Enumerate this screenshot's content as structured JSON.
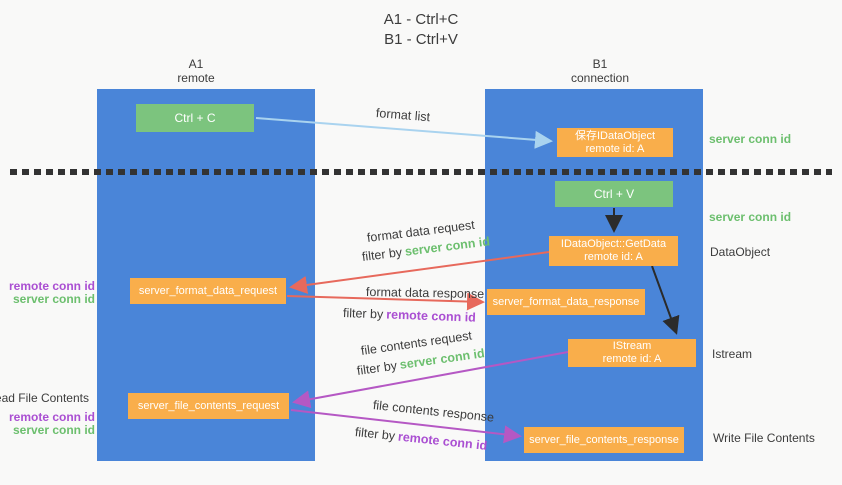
{
  "title": {
    "line1": "A1 - Ctrl+C",
    "line2": "B1 - Ctrl+V"
  },
  "lanes": {
    "left": {
      "name": "A1",
      "role": "remote"
    },
    "right": {
      "name": "B1",
      "role": "connection"
    }
  },
  "nodes": {
    "ctrl_c": "Ctrl + C",
    "save_idataobject": {
      "line1": "保存IDataObject",
      "line2": "remote id: A"
    },
    "ctrl_v": "Ctrl + V",
    "getdata": {
      "line1": "IDataObject::GetData",
      "line2": "remote id: A"
    },
    "format_request": "server_format_data_request",
    "format_response": "server_format_data_response",
    "istream": {
      "line1": "IStream",
      "line2": "remote id: A"
    },
    "file_request": "server_file_contents_request",
    "file_response": "server_file_contents_response"
  },
  "arrow_labels": {
    "format_list": "format list",
    "format_data_request": "format data request",
    "format_data_response": "format data response",
    "file_contents_request": "file contents request",
    "file_contents_response": "file contents response",
    "filter_by": "filter by",
    "server_conn_id": "server conn id",
    "remote_conn_id": "remote conn id"
  },
  "side_labels": {
    "right_server_conn_id_top": "server conn id",
    "right_server_conn_id_mid": "server conn id",
    "dataobject": "DataObject",
    "istream": "Istream",
    "write_file_contents": "Write File Contents",
    "left_remote_conn_id_top": "remote conn id",
    "left_server_conn_id_top": "server conn id",
    "read_file_contents": "Read File Contents",
    "left_remote_conn_id_bottom": "remote conn id",
    "left_server_conn_id_bottom": "server conn id"
  },
  "colors": {
    "lane_blue": "#4a85d8",
    "node_green": "#7cc47e",
    "node_orange": "#f9ae4b",
    "arrow_light_blue": "#a9d3ef",
    "arrow_red": "#e7695c",
    "arrow_purple": "#b558c4",
    "arrow_black": "#2b2b2b",
    "text_green": "#6cbf6e",
    "text_purple": "#aa4fd2",
    "divider": "#333333",
    "background": "#f9f9f8"
  }
}
